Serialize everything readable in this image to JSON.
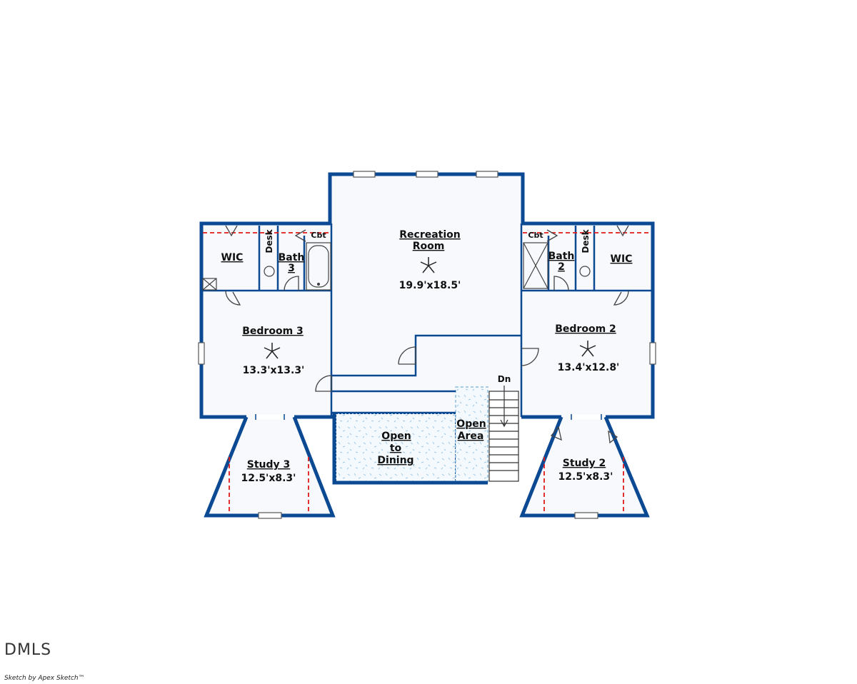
{
  "rooms": {
    "recreation": {
      "name1": "Recreation",
      "name2": "Room",
      "size": "19.9'x18.5'"
    },
    "bedroom3": {
      "name": "Bedroom 3",
      "size": "13.3'x13.3'"
    },
    "bedroom2": {
      "name": "Bedroom 2",
      "size": "13.4'x12.8'"
    },
    "study3": {
      "name": "Study 3",
      "size": "12.5'x8.3'"
    },
    "study2": {
      "name": "Study 2",
      "size": "12.5'x8.3'"
    },
    "wic_left": {
      "name": "WIC"
    },
    "wic_right": {
      "name": "WIC"
    },
    "bath3": {
      "name1": "Bath",
      "name2": "3"
    },
    "bath2": {
      "name1": "Bath",
      "name2": "2"
    },
    "desk_left": {
      "name": "Desk"
    },
    "desk_right": {
      "name": "Desk"
    },
    "cbt_left": {
      "name": "Cbt"
    },
    "cbt_right": {
      "name": "Cbt"
    },
    "open_dining": {
      "l1": "Open",
      "l2": "to",
      "l3": "Dining"
    },
    "open_area": {
      "l1": "Open",
      "l2": "Area"
    },
    "stairs": {
      "label": "Dn"
    }
  },
  "colors": {
    "wall": "#0b4a93",
    "dashed": "#e01b1b",
    "open": "#cfe3f2",
    "floor": "#f7f9fc"
  },
  "footer": {
    "brand": "DMLS",
    "credit": "Sketch by Apex Sketch™"
  }
}
